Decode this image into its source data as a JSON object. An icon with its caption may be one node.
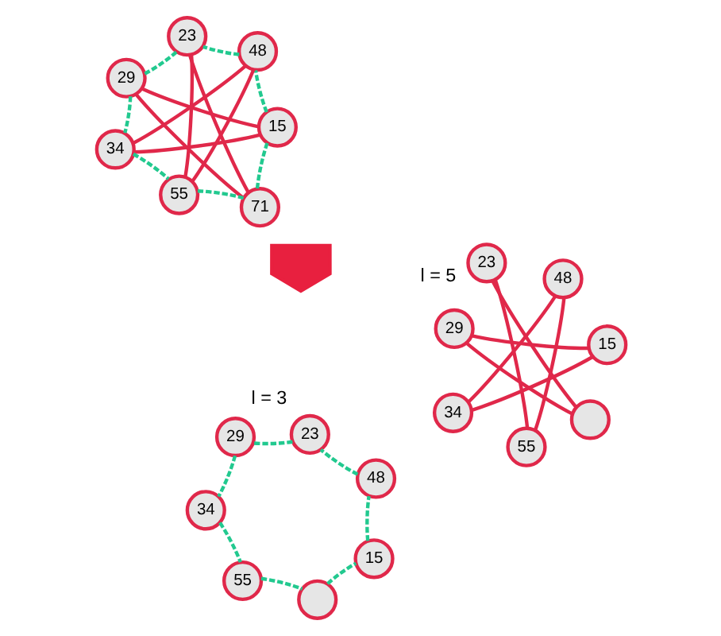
{
  "diagram": {
    "nodes": [
      {
        "text": [],
        "shape": "circle"
      },
      {
        "text": [
          "55"
        ]
      },
      {
        "text": [
          "15"
        ]
      },
      {
        "text": [
          "34"
        ]
      },
      {
        "text": [
          "48"
        ]
      },
      {
        "text": [
          "29"
        ]
      },
      {
        "text": [
          "23"
        ]
      },
      {
        "text": [],
        "shape": "circle"
      },
      {
        "text": [
          "55"
        ]
      },
      {
        "text": [
          "15"
        ]
      },
      {
        "text": [
          "34"
        ]
      },
      {
        "text": [
          "48"
        ]
      },
      {
        "text": [
          "29"
        ]
      },
      {
        "text": [
          "23"
        ]
      },
      {
        "text": [],
        "shape": "arrow"
      },
      {
        "text": [
          "71"
        ]
      },
      {
        "text": [
          "55"
        ]
      },
      {
        "text": [
          "15"
        ]
      },
      {
        "text": [
          "34"
        ]
      },
      {
        "text": [
          "48"
        ]
      },
      {
        "text": [
          "29"
        ]
      },
      {
        "text": [
          "23"
        ]
      }
    ],
    "edges": [
      {
        "from": 0,
        "to": 2,
        "arrow": "none",
        "style": "dashed",
        "color": "#22c98f"
      },
      {
        "from": 2,
        "to": 4,
        "arrow": "none",
        "style": "dashed",
        "color": "#22c98f"
      },
      {
        "from": 4,
        "to": 6,
        "arrow": "none",
        "style": "dashed",
        "color": "#22c98f"
      },
      {
        "from": 6,
        "to": 5,
        "arrow": "none",
        "style": "dashed",
        "color": "#22c98f"
      },
      {
        "from": 5,
        "to": 3,
        "arrow": "none",
        "style": "dashed",
        "color": "#22c98f"
      },
      {
        "from": 3,
        "to": 1,
        "arrow": "none",
        "style": "dashed",
        "color": "#22c98f"
      },
      {
        "from": 1,
        "to": 0,
        "arrow": "none",
        "style": "dashed",
        "color": "#22c98f"
      },
      {
        "from": 7,
        "to": 13,
        "arrow": "none",
        "color": "#e0284a"
      },
      {
        "from": 7,
        "to": 12,
        "arrow": "none",
        "color": "#e0284a"
      },
      {
        "from": 9,
        "to": 12,
        "arrow": "none",
        "color": "#e0284a"
      },
      {
        "from": 9,
        "to": 10,
        "arrow": "none",
        "color": "#e0284a"
      },
      {
        "from": 11,
        "to": 10,
        "arrow": "none",
        "color": "#e0284a"
      },
      {
        "from": 11,
        "to": 8,
        "arrow": "none",
        "color": "#e0284a"
      },
      {
        "from": 13,
        "to": 8,
        "arrow": "none",
        "color": "#e0284a"
      },
      {
        "from": 15,
        "to": 17,
        "arrow": "none",
        "style": "dashed",
        "color": "#22c98f"
      },
      {
        "from": 17,
        "to": 19,
        "arrow": "none",
        "style": "dashed",
        "color": "#22c98f"
      },
      {
        "from": 19,
        "to": 21,
        "arrow": "none",
        "style": "dashed",
        "color": "#22c98f"
      },
      {
        "from": 21,
        "to": 20,
        "arrow": "none",
        "style": "dashed",
        "color": "#22c98f"
      },
      {
        "from": 20,
        "to": 18,
        "arrow": "none",
        "style": "dashed",
        "color": "#22c98f"
      },
      {
        "from": 18,
        "to": 16,
        "arrow": "none",
        "style": "dashed",
        "color": "#22c98f"
      },
      {
        "from": 16,
        "to": 15,
        "arrow": "none",
        "style": "dashed",
        "color": "#22c98f"
      },
      {
        "from": 15,
        "to": 21,
        "arrow": "none",
        "color": "#e0284a"
      },
      {
        "from": 15,
        "to": 20,
        "arrow": "none",
        "color": "#e0284a"
      },
      {
        "from": 17,
        "to": 20,
        "arrow": "none",
        "color": "#e0284a"
      },
      {
        "from": 17,
        "to": 18,
        "arrow": "none",
        "color": "#e0284a"
      },
      {
        "from": 19,
        "to": 18,
        "arrow": "none",
        "color": "#e0284a"
      },
      {
        "from": 19,
        "to": 16,
        "arrow": "none",
        "color": "#e0284a"
      },
      {
        "from": 21,
        "to": 16,
        "arrow": "none",
        "color": "#e0284a"
      }
    ],
    "labels": [
      "l = 3",
      "l = 5"
    ]
  }
}
